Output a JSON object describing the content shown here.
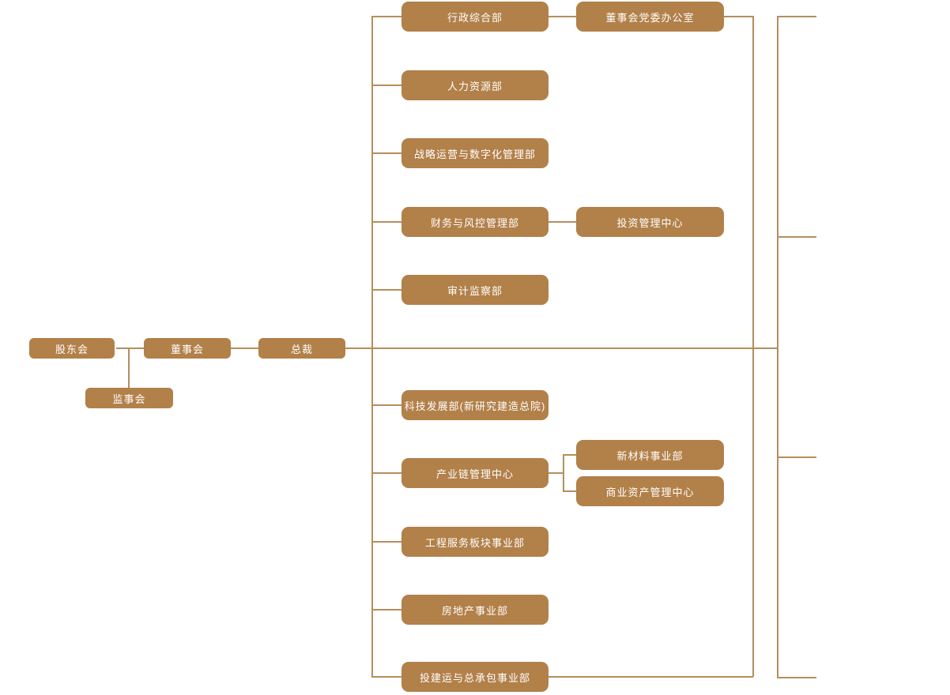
{
  "org": {
    "colors": {
      "box_fill": "#b28049",
      "line": "#b58e5e",
      "text": "#ffffff",
      "background": "#ffffff"
    },
    "governance": [
      {
        "label": "股东会"
      },
      {
        "label": "董事会"
      },
      {
        "label": "总裁"
      },
      {
        "label": "监事会"
      }
    ],
    "departments": [
      {
        "label": "行政综合部"
      },
      {
        "label": "人力资源部"
      },
      {
        "label": "战略运营与数字化管理部"
      },
      {
        "label": "财务与风控管理部"
      },
      {
        "label": "审计监察部"
      },
      {
        "label": "科技发展部(新研究建造总院)"
      },
      {
        "label": "产业链管理中心"
      },
      {
        "label": "工程服务板块事业部"
      },
      {
        "label": "房地产事业部"
      },
      {
        "label": "投建运与总承包事业部"
      }
    ],
    "sub_units": [
      {
        "label": "董事会党委办公室",
        "parent": "行政综合部"
      },
      {
        "label": "投资管理中心",
        "parent": "财务与风控管理部"
      },
      {
        "label": "新材料事业部",
        "parent": "产业链管理中心"
      },
      {
        "label": "商业资产管理中心",
        "parent": "产业链管理中心"
      }
    ]
  }
}
